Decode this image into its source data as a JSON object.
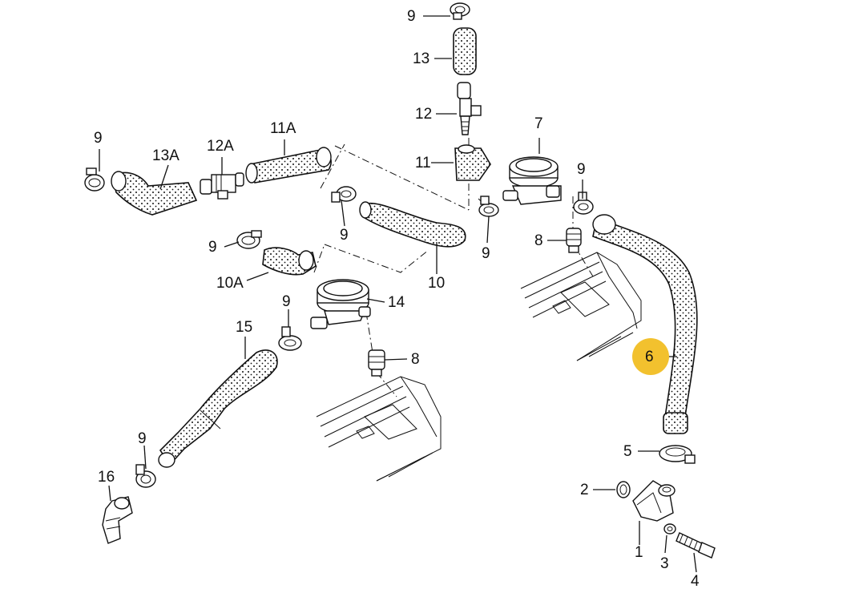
{
  "highlight_color": "#F2C12E",
  "callouts": {
    "c9_top": "9",
    "c13": "13",
    "c12": "12",
    "c11": "11",
    "c7": "7",
    "c9_l": "9",
    "c13A": "13A",
    "c12A": "12A",
    "c11A": "11A",
    "c9_r": "9",
    "c9_mid": "9",
    "c9_m2": "9",
    "c8_up": "8",
    "c9_lc": "9",
    "c10A": "10A",
    "c10": "10",
    "c14": "14",
    "c9_low": "9",
    "c15": "15",
    "c8_low": "8",
    "c6": "6",
    "c9_bl": "9",
    "c16": "16",
    "c5": "5",
    "c2": "2",
    "c1": "1",
    "c3": "3",
    "c4": "4"
  }
}
